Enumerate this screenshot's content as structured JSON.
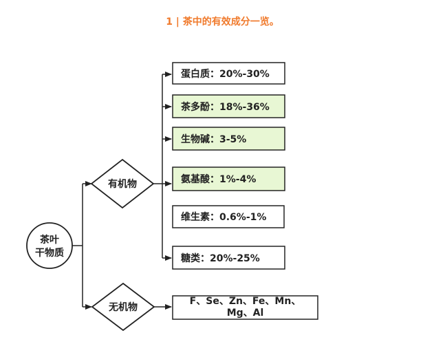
{
  "title": "1 | 茶中的有效成分一览。",
  "root": {
    "line1": "茶叶",
    "line2": "干物质"
  },
  "organic": {
    "label": "有机物",
    "items": [
      {
        "text": "蛋白质：20%-30%",
        "fill": "#ffffff"
      },
      {
        "text": "茶多酚：18%-36%",
        "fill": "#e8f7d4"
      },
      {
        "text": "生物碱：3-5%",
        "fill": "#e8f7d4"
      },
      {
        "text": "氨基酸：1%-4%",
        "fill": "#e8f7d4"
      },
      {
        "text": "维生素：0.6%-1%",
        "fill": "#ffffff"
      },
      {
        "text": "糖类：20%-25%",
        "fill": "#ffffff"
      }
    ]
  },
  "inorganic": {
    "label": "无机物",
    "items": [
      {
        "line1": "F、Se、Zn、Fe、Mn、",
        "line2": "Mg、Al",
        "fill": "#ffffff"
      }
    ]
  },
  "colors": {
    "title": "#f07a2c",
    "stroke": "#222222",
    "highlight_fill": "#e8f7d4"
  }
}
